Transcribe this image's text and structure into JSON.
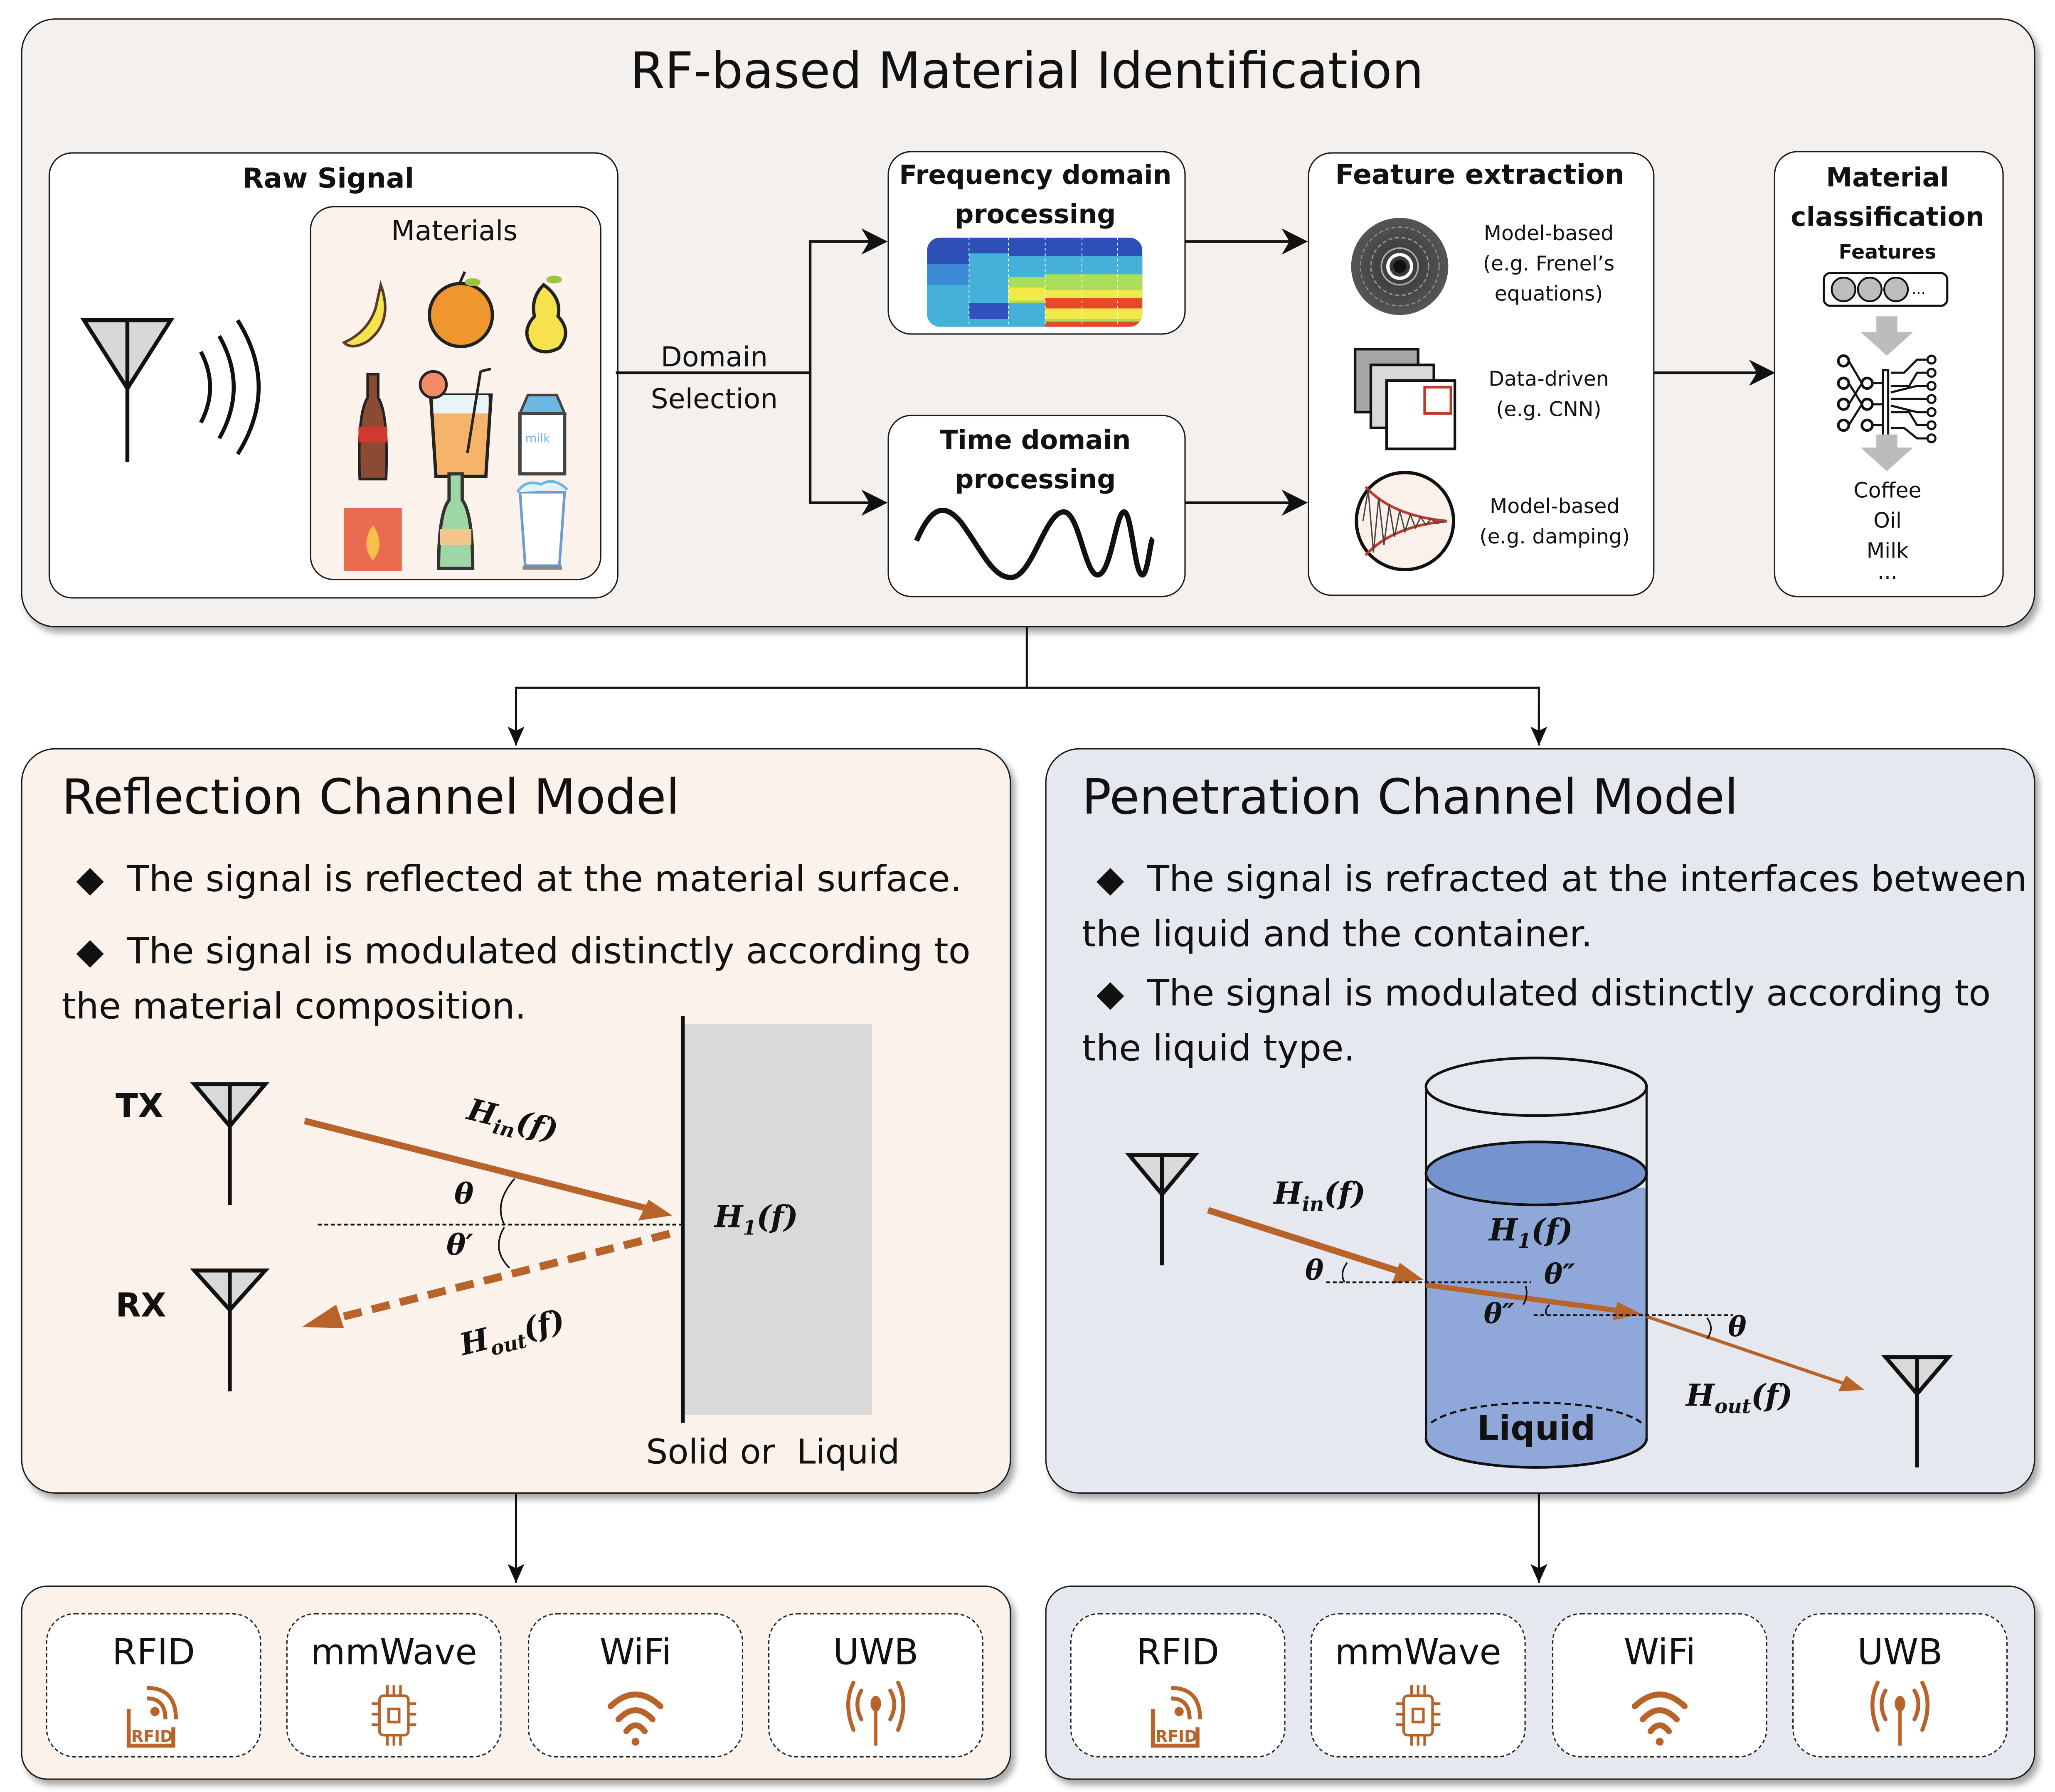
{
  "title": "RF-based Material Identification",
  "raw_signal": {
    "heading": "Raw Signal",
    "materials_heading": "Materials",
    "materials": [
      "banana",
      "orange",
      "pear",
      "cola-bottle",
      "juice-glass",
      "milk-carton",
      "fuel-can",
      "wine-bottle",
      "beer-glass"
    ]
  },
  "domain_selection": {
    "line1": "Domain",
    "line2": "Selection"
  },
  "frequency_box": {
    "line1": "Frequency domain",
    "line2": "processing"
  },
  "time_box": {
    "line1": "Time domain",
    "line2": "processing"
  },
  "feature_extraction": {
    "heading": "Feature extraction",
    "items": [
      {
        "icon": "fresnel-rings-icon",
        "lines": [
          "Model-based",
          "(e.g. Frenel’s",
          "equations)"
        ]
      },
      {
        "icon": "cnn-layers-icon",
        "lines": [
          "Data-driven",
          "(e.g. CNN)"
        ]
      },
      {
        "icon": "damping-wave-icon",
        "lines": [
          "Model-based",
          "(e.g. damping)"
        ]
      }
    ]
  },
  "classification": {
    "heading_line1": "Material",
    "heading_line2": "classification",
    "features_label": "Features",
    "ellipsis": "...",
    "outputs": [
      "Coffee",
      "Oil",
      "Milk",
      "..."
    ]
  },
  "reflection": {
    "title": "Reflection Channel Model",
    "bullet1": "The signal is reflected at the material surface.",
    "bullet2_line1": "The signal is modulated distinctly according to",
    "bullet2_line2": "the material composition.",
    "tx": "TX",
    "rx": "RX",
    "h_in": "H",
    "h_in_sub": "in",
    "h_out": "H",
    "h_out_sub": "out",
    "h1": "H",
    "h1_sub": "1",
    "f": "(f)",
    "theta": "θ",
    "theta_prime": "θ′",
    "material_label": "Solid or  Liquid"
  },
  "penetration": {
    "title": "Penetration Channel Model",
    "bullet1_line1": "The signal is refracted at the interfaces between",
    "bullet1_line2": "the liquid and the container.",
    "bullet2_line1": "The signal is modulated distinctly according to",
    "bullet2_line2": "the liquid type.",
    "h_in": "H",
    "h_in_sub": "in",
    "h_out": "H",
    "h_out_sub": "out",
    "h1": "H",
    "h1_sub": "1",
    "f": "(f)",
    "theta": "θ",
    "theta_dprime": "θ″",
    "liquid_label": "Liquid"
  },
  "technologies_left": [
    {
      "label": "RFID",
      "icon": "rfid-icon"
    },
    {
      "label": "mmWave",
      "icon": "chip-icon"
    },
    {
      "label": "WiFi",
      "icon": "wifi-icon"
    },
    {
      "label": "UWB",
      "icon": "uwb-antenna-icon"
    }
  ],
  "technologies_right": [
    {
      "label": "RFID",
      "icon": "rfid-icon"
    },
    {
      "label": "mmWave",
      "icon": "chip-icon"
    },
    {
      "label": "WiFi",
      "icon": "wifi-icon"
    },
    {
      "label": "UWB",
      "icon": "uwb-antenna-icon"
    }
  ],
  "colors": {
    "top_panel_bg": "#f4f0ee",
    "reflection_bg": "#fbf2ec",
    "penetration_bg": "#e5e8ee",
    "arrow_accent": "#b8632a",
    "liquid": "#8fa8d9",
    "liquid_top": "#7593cf"
  }
}
